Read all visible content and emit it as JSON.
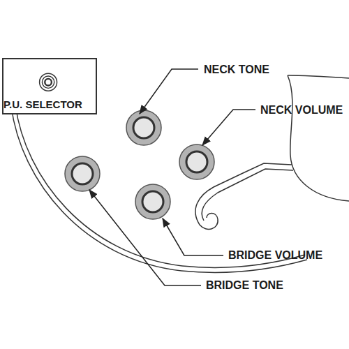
{
  "diagram": {
    "nodes": [
      {
        "text": [
          "P.U. SELECTOR"
        ]
      }
    ],
    "labels": [
      "NECK TONE",
      "NECK VOLUME",
      "BRIDGE VOLUME",
      "BRIDGE TONE"
    ]
  }
}
